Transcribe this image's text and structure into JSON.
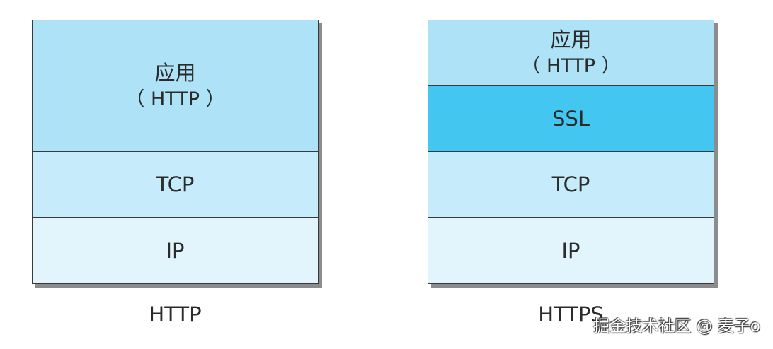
{
  "colors": {
    "app_layer": "#aee2f7",
    "ssl_layer": "#43c6f0",
    "tcp_layer": "#c6ebfa",
    "ip_layer": "#e2f4fc",
    "border": "#3a3a3a",
    "shadow": "#8c8c8c"
  },
  "http": {
    "caption": "HTTP",
    "layers": [
      {
        "label": "应用",
        "sub": "（ HTTP ）"
      },
      {
        "label": "TCP"
      },
      {
        "label": "IP"
      }
    ]
  },
  "https": {
    "caption": "HTTPS",
    "layers": [
      {
        "label": "应用",
        "sub": "（ HTTP ）"
      },
      {
        "label": "SSL"
      },
      {
        "label": "TCP"
      },
      {
        "label": "IP"
      }
    ]
  },
  "watermark": "掘金技术社区 @ 麦子o"
}
